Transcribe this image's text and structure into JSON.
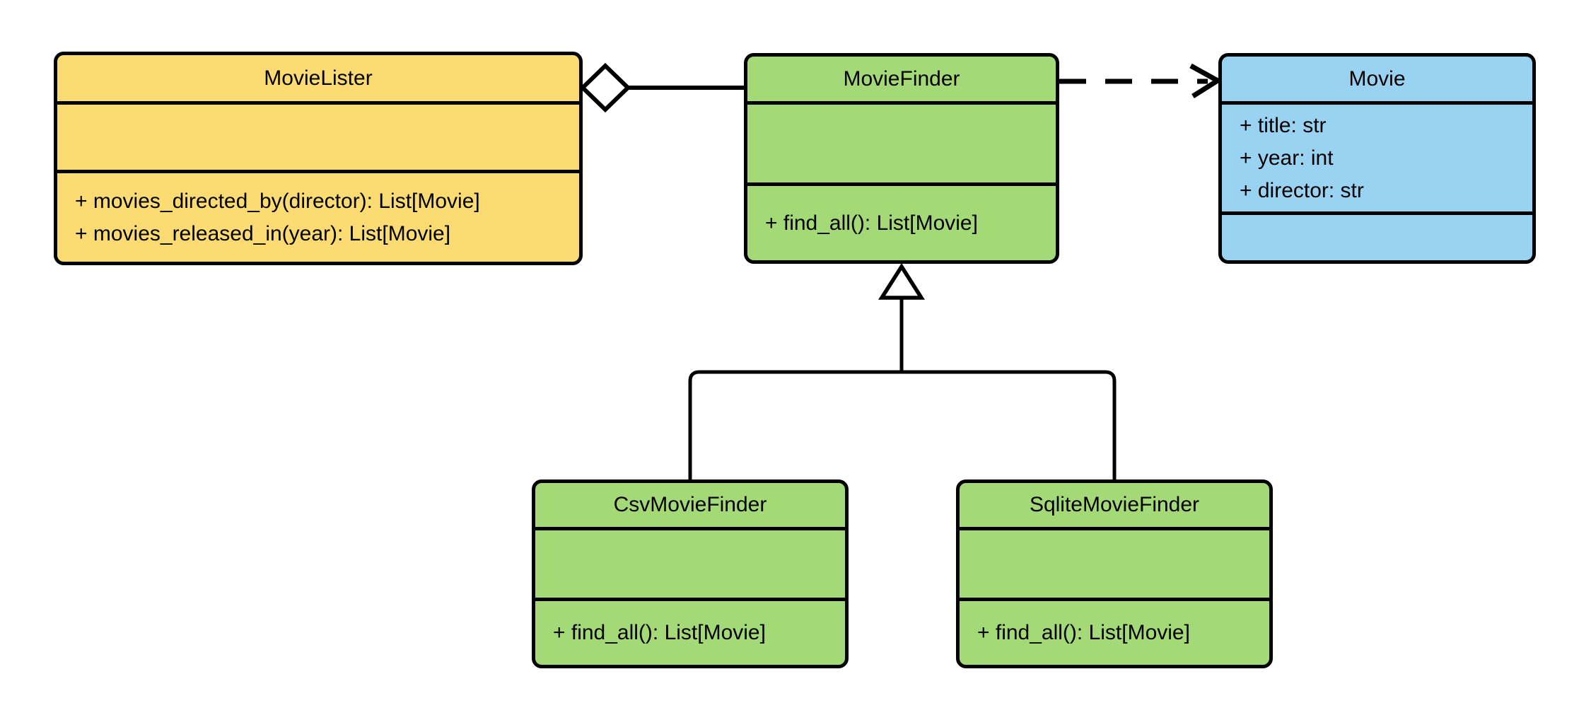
{
  "diagram": {
    "type": "uml-class-diagram",
    "background_color": "#ffffff",
    "stroke_color": "#000000",
    "classes": [
      {
        "name": "MovieLister",
        "fill": "#FCDB72",
        "attributes": [],
        "methods": [
          "+ movies_directed_by(director): List[Movie]",
          "+ movies_released_in(year): List[Movie]"
        ]
      },
      {
        "name": "MovieFinder",
        "fill": "#A3D977",
        "attributes": [],
        "methods": [
          "+ find_all(): List[Movie]"
        ]
      },
      {
        "name": "Movie",
        "fill": "#9AD2F2",
        "attributes": [
          "+ title: str",
          "+ year: int",
          "+ director: str"
        ],
        "methods": []
      },
      {
        "name": "CsvMovieFinder",
        "fill": "#A3D977",
        "attributes": [],
        "methods": [
          "+ find_all(): List[Movie]"
        ]
      },
      {
        "name": "SqliteMovieFinder",
        "fill": "#A3D977",
        "attributes": [],
        "methods": [
          "+ find_all(): List[Movie]"
        ]
      }
    ],
    "relationships": [
      {
        "type": "aggregation",
        "from": "MovieLister",
        "to": "MovieFinder"
      },
      {
        "type": "dependency",
        "from": "MovieFinder",
        "to": "Movie"
      },
      {
        "type": "inheritance",
        "from": "CsvMovieFinder",
        "to": "MovieFinder"
      },
      {
        "type": "inheritance",
        "from": "SqliteMovieFinder",
        "to": "MovieFinder"
      }
    ]
  }
}
